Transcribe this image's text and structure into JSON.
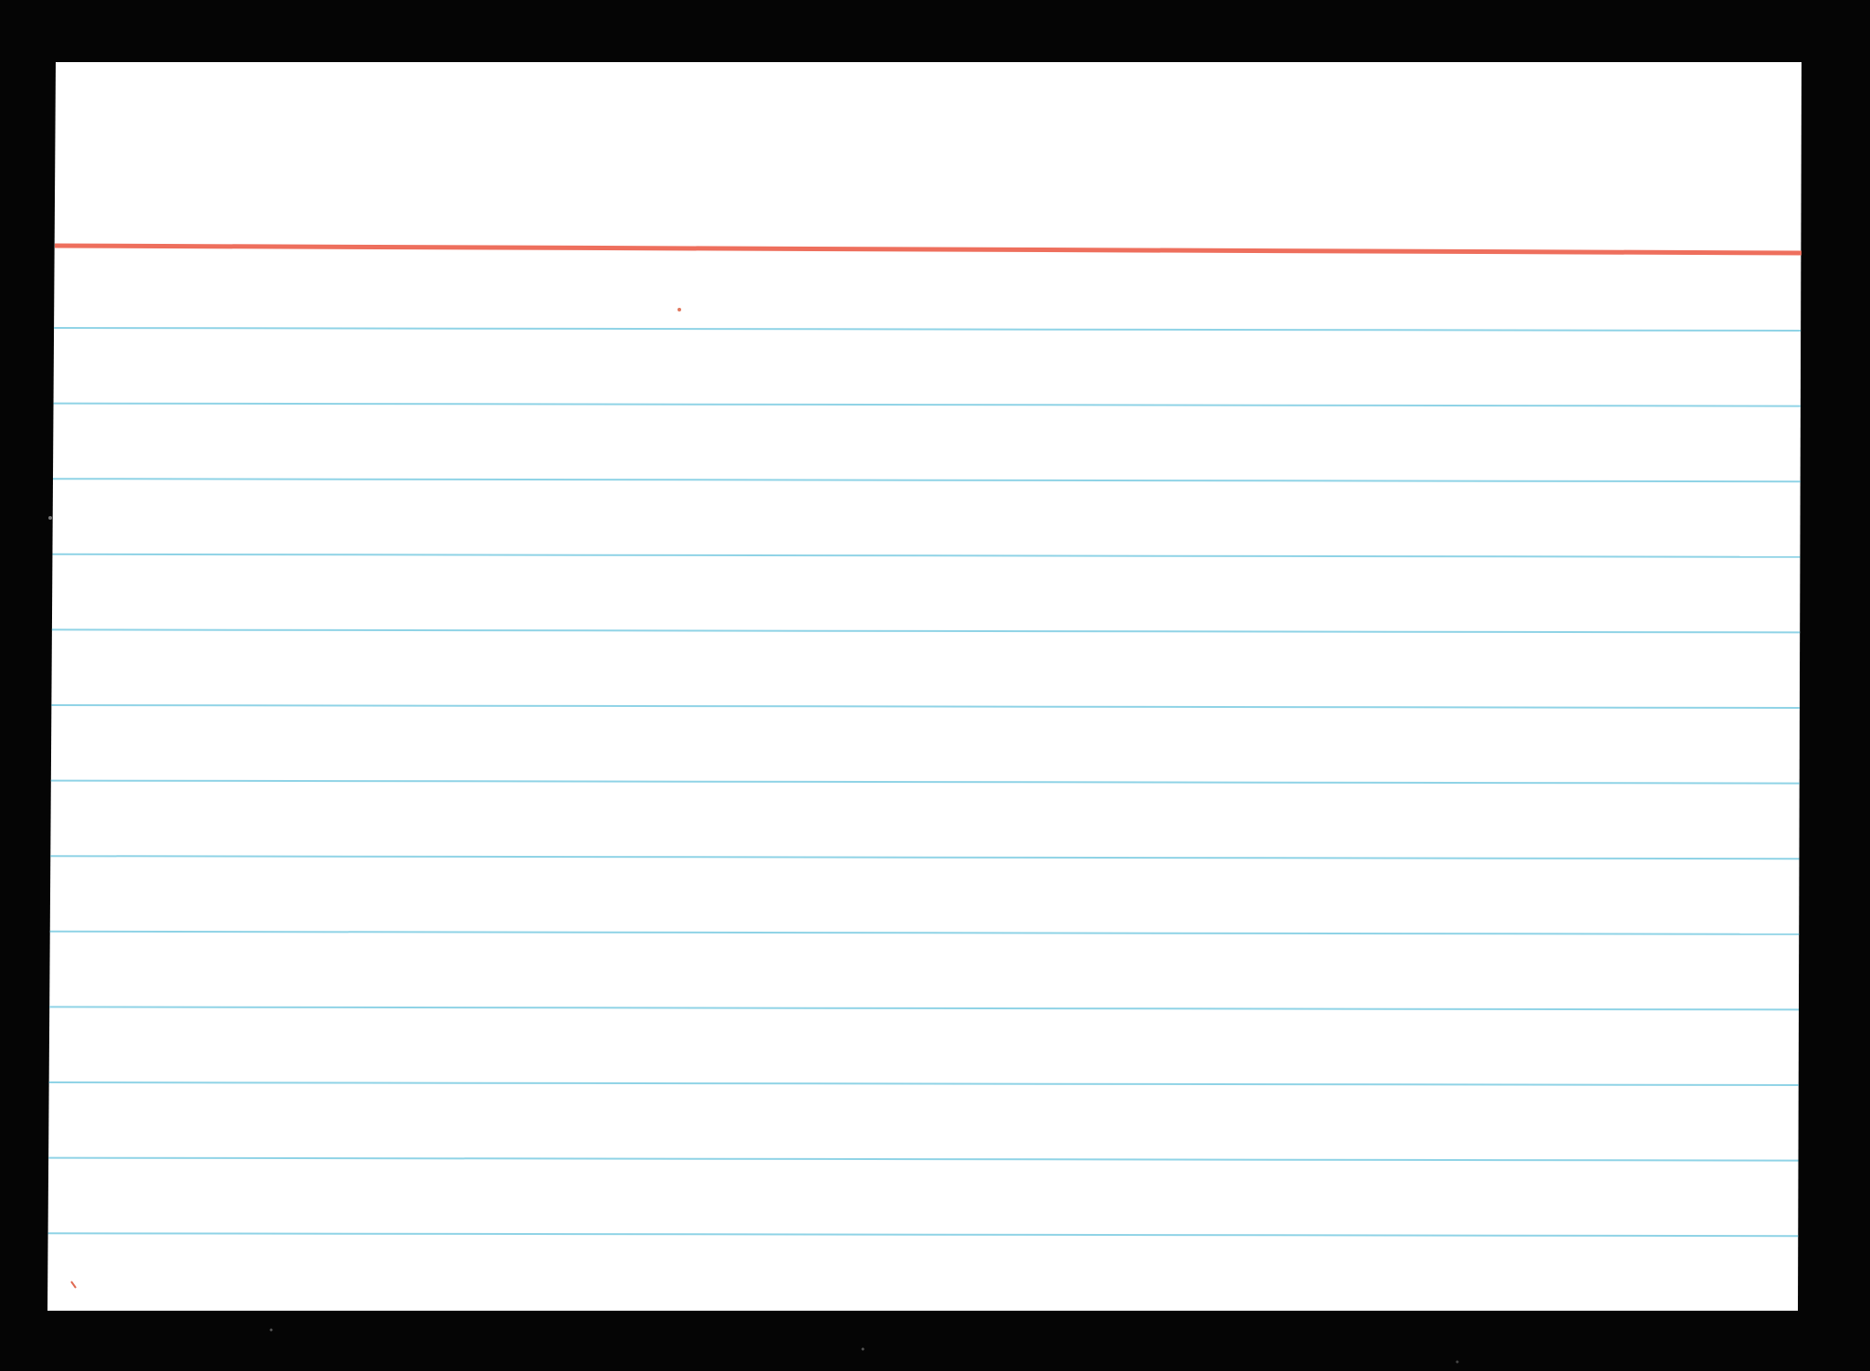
{
  "document": {
    "type": "blank ruled index card",
    "text": ""
  },
  "colors": {
    "background": "#050505",
    "card": "#ffffff",
    "header_rule": "#ee6f5d",
    "ruled_lines": "#8fd3e6",
    "speck": "#e0785e"
  },
  "ruled_line_count": 13,
  "header_rule_count": 1
}
